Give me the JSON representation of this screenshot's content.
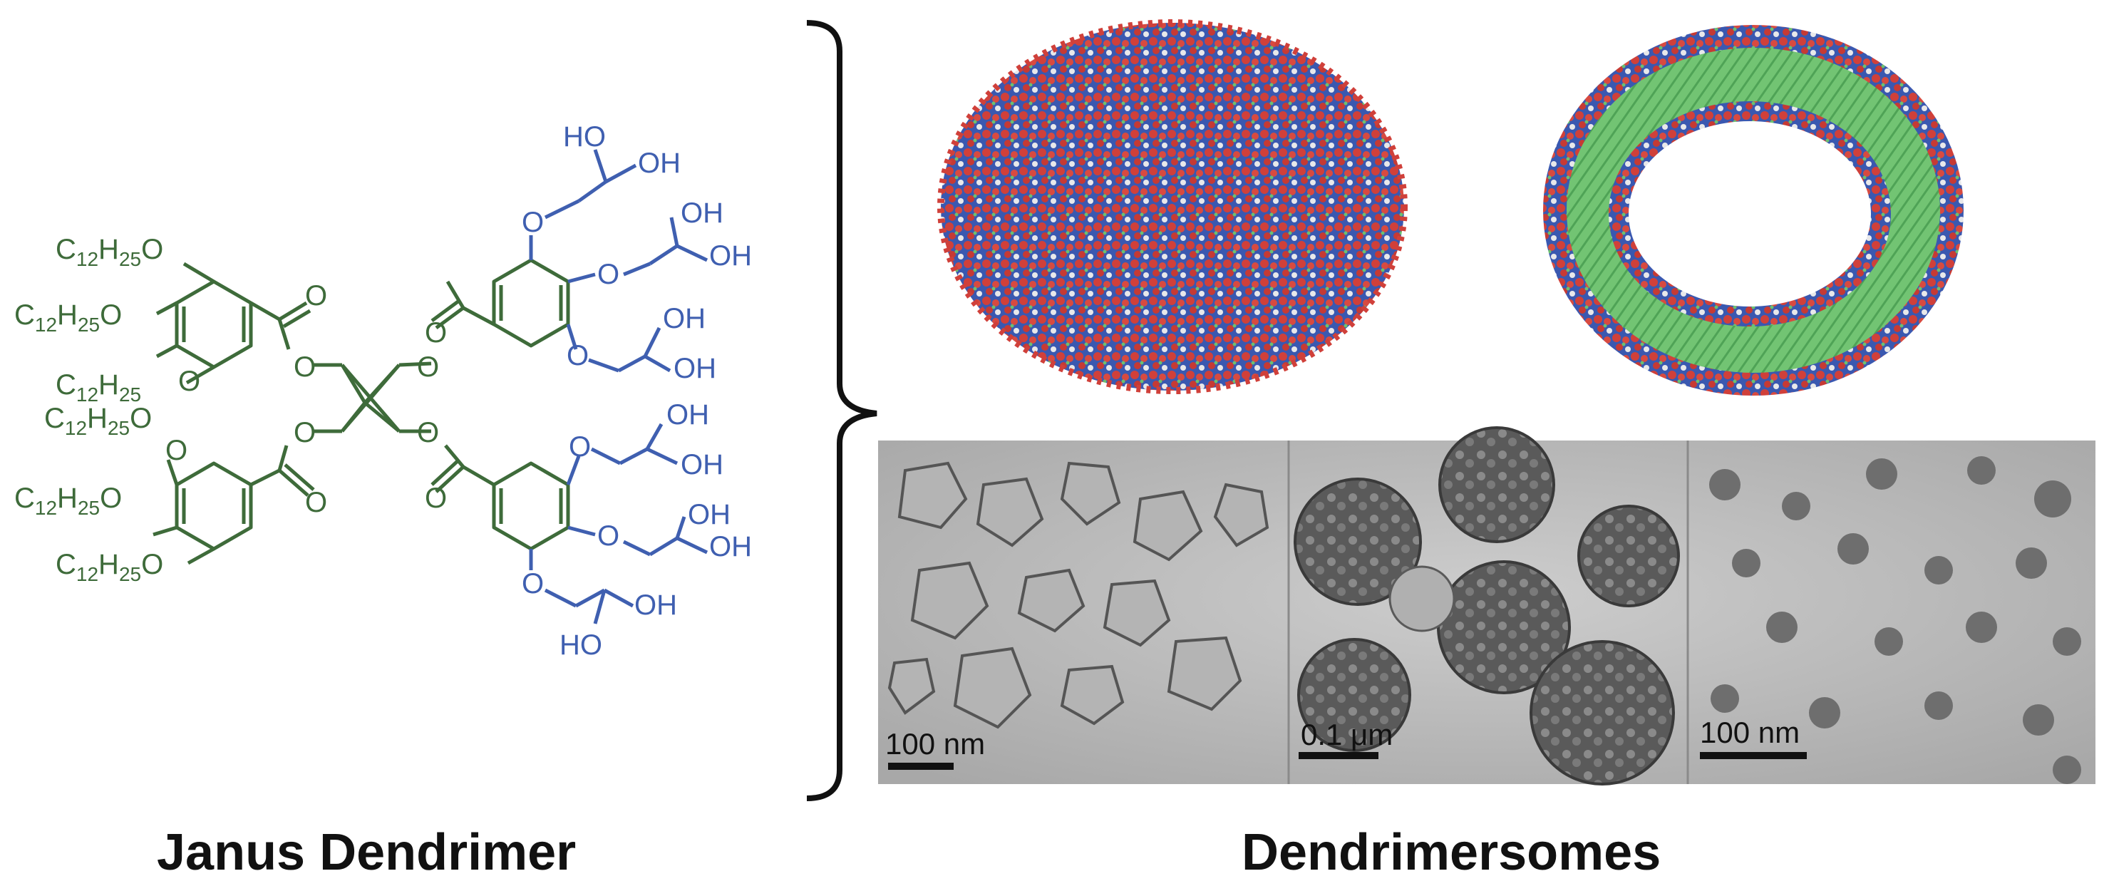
{
  "captions": {
    "left": "Janus Dendrimer",
    "right": "Dendrimersomes"
  },
  "molecule": {
    "alkyl_chain": {
      "base": "C",
      "sub1": "12",
      "mid": "H",
      "sub2": "25",
      "atom": "O"
    },
    "carbonyl_oxygen": "O",
    "ester_oxygen": "O",
    "hydroxyl": "OH",
    "hydroxyl_reversed": "HO",
    "colors": {
      "hydrophobic": "#3e6b3a",
      "hydrophilic": "#3f5fb0"
    }
  },
  "micrographs": {
    "scale_bars": [
      {
        "label": "100 nm"
      },
      {
        "label": "0.1 μm"
      },
      {
        "label": "100 nm"
      }
    ]
  },
  "vesicle_colors": {
    "head_red": "#d0403a",
    "head_blue": "#3a58b0",
    "tail_green": "#6cc070"
  }
}
